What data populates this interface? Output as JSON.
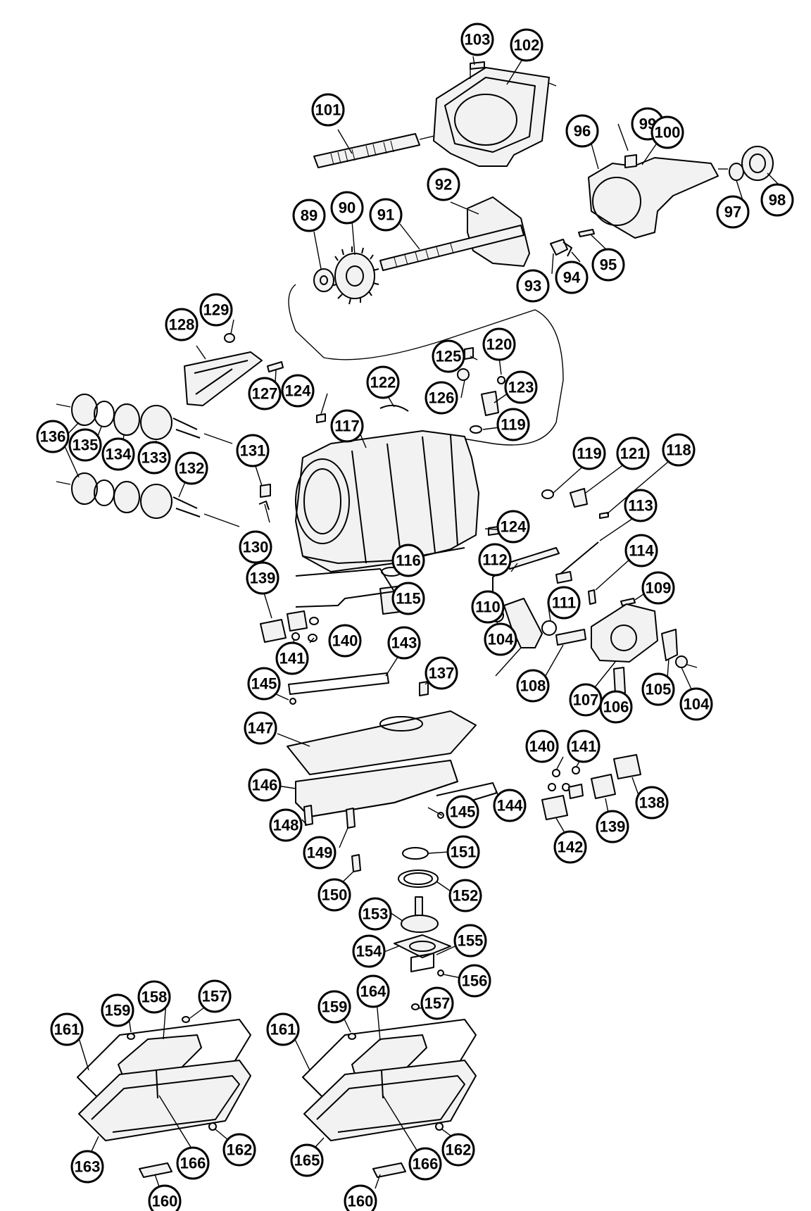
{
  "callouts": [
    "89",
    "90",
    "91",
    "92",
    "93",
    "94",
    "95",
    "96",
    "97",
    "98",
    "99",
    "100",
    "101",
    "102",
    "103",
    "104",
    "104",
    "105",
    "106",
    "107",
    "108",
    "109",
    "110",
    "111",
    "112",
    "113",
    "114",
    "115",
    "116",
    "117",
    "118",
    "119",
    "119",
    "120",
    "121",
    "122",
    "123",
    "124",
    "124",
    "125",
    "126",
    "127",
    "128",
    "129",
    "130",
    "131",
    "132",
    "133",
    "134",
    "135",
    "136",
    "137",
    "138",
    "139",
    "139",
    "140",
    "140",
    "141",
    "141",
    "142",
    "143",
    "144",
    "145",
    "145",
    "146",
    "147",
    "148",
    "149",
    "150",
    "151",
    "152",
    "153",
    "154",
    "155",
    "156",
    "157",
    "157",
    "158",
    "159",
    "159",
    "160",
    "160",
    "161",
    "161",
    "162",
    "162",
    "163",
    "164",
    "165",
    "166",
    "166"
  ]
}
